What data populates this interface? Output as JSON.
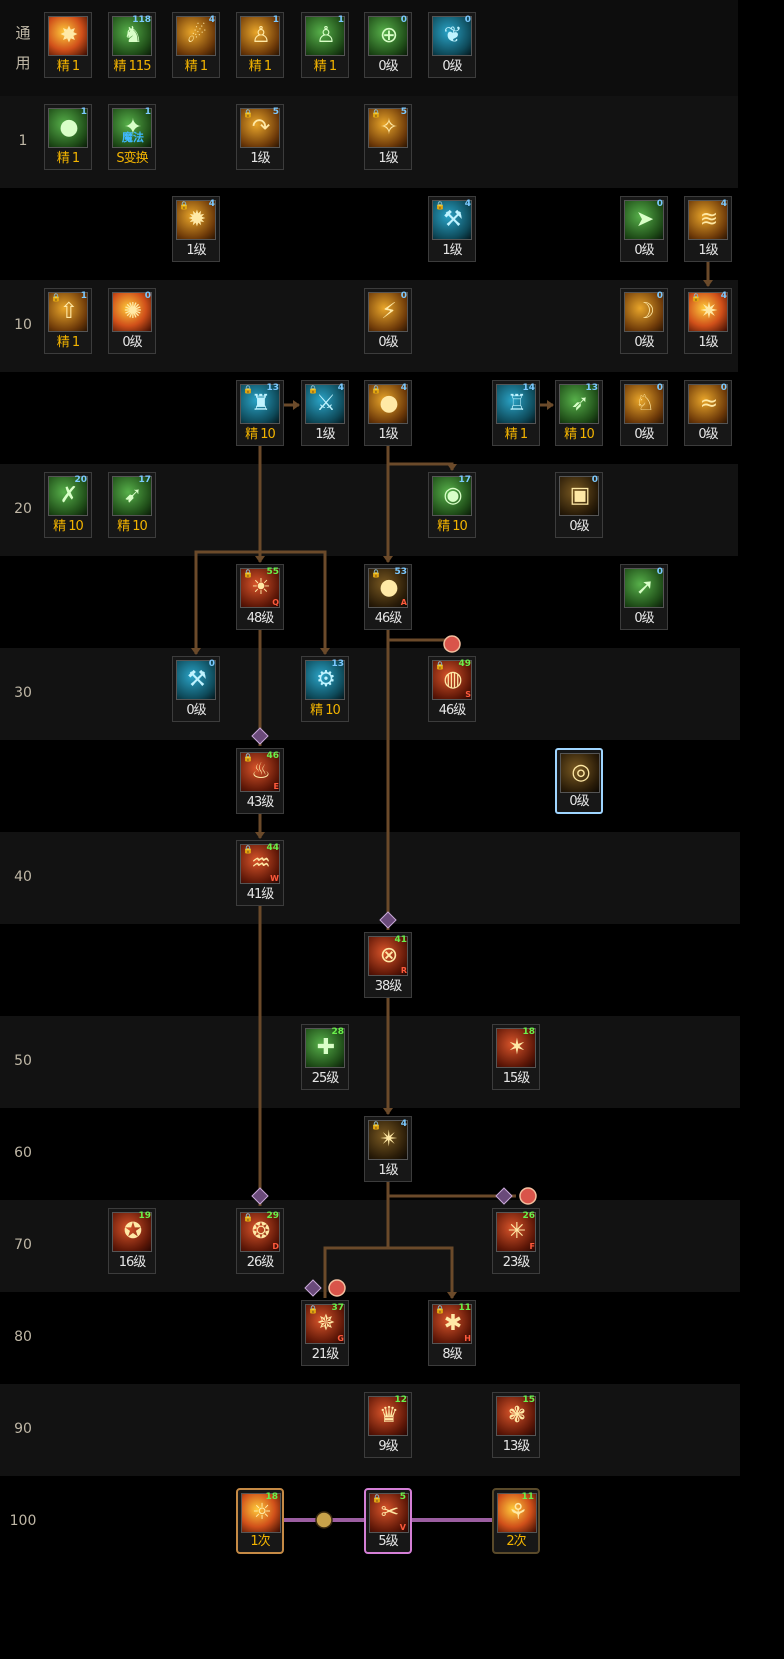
{
  "row_labels": [
    "通\n用",
    "1",
    "",
    "10",
    "",
    "20",
    "",
    "30",
    "",
    "40",
    "",
    "50",
    "60",
    "70",
    "80",
    "90",
    "100"
  ],
  "skills": [
    {
      "row": 0,
      "col": 0,
      "icon": "explosion-icon",
      "tone": "fire",
      "lv": "精 1",
      "gold": true
    },
    {
      "row": 0,
      "col": 1,
      "icon": "dragon-icon",
      "tone": "green",
      "lv": "精 115",
      "gold": true,
      "num": "118"
    },
    {
      "row": 0,
      "col": 2,
      "icon": "kick-icon",
      "tone": "gold",
      "lv": "精 1",
      "gold": true,
      "num": "4"
    },
    {
      "row": 0,
      "col": 3,
      "icon": "sit-icon",
      "tone": "gold",
      "lv": "精 1",
      "gold": true,
      "num": "1"
    },
    {
      "row": 0,
      "col": 4,
      "icon": "sit-icon",
      "tone": "green",
      "lv": "精 1",
      "gold": true,
      "num": "1"
    },
    {
      "row": 0,
      "col": 5,
      "icon": "crosshair-icon",
      "tone": "green",
      "lv": "0级",
      "num": "0"
    },
    {
      "row": 0,
      "col": 6,
      "icon": "wings-icon",
      "tone": "teal",
      "lv": "0级",
      "num": "0"
    },
    {
      "row": 1,
      "col": 0,
      "icon": "grenade-icon",
      "tone": "green",
      "lv": "精 1",
      "gold": true,
      "num": "1"
    },
    {
      "row": 1,
      "col": 1,
      "icon": "magic-switch-icon",
      "tone": "green",
      "lv": "S变换",
      "gold": true,
      "num": "1",
      "sub": "魔法"
    },
    {
      "row": 1,
      "col": 3,
      "icon": "arc-arrow-icon",
      "tone": "gold",
      "lv": "1级",
      "lock": true,
      "num": "5"
    },
    {
      "row": 1,
      "col": 5,
      "icon": "flip-icon",
      "tone": "gold",
      "lv": "1级",
      "lock": true,
      "num": "5"
    },
    {
      "row": 2,
      "col": 2,
      "icon": "burst-icon",
      "tone": "gold",
      "lv": "1级",
      "lock": true,
      "num": "4"
    },
    {
      "row": 2,
      "col": 6,
      "icon": "cannon-icon",
      "tone": "teal",
      "lv": "1级",
      "lock": true,
      "num": "4"
    },
    {
      "row": 2,
      "col": 9,
      "icon": "slide-icon",
      "tone": "green",
      "lv": "0级",
      "num": "0"
    },
    {
      "row": 2,
      "col": 10,
      "icon": "rush-icon",
      "tone": "gold",
      "lv": "1级",
      "num": "4"
    },
    {
      "row": 3,
      "col": 0,
      "icon": "launch-icon",
      "tone": "gold",
      "lv": "精 1",
      "gold": true,
      "lock": true,
      "num": "1"
    },
    {
      "row": 3,
      "col": 1,
      "icon": "spark-icon",
      "tone": "fire",
      "lv": "0级",
      "num": "0"
    },
    {
      "row": 3,
      "col": 5,
      "icon": "bolt-icon",
      "tone": "gold",
      "lv": "0级",
      "num": "0"
    },
    {
      "row": 3,
      "col": 9,
      "icon": "swoosh-icon",
      "tone": "gold",
      "lv": "0级",
      "num": "0"
    },
    {
      "row": 3,
      "col": 10,
      "icon": "blast-icon",
      "tone": "fire",
      "lv": "1级",
      "lock": true,
      "num": "4"
    },
    {
      "row": 4,
      "col": 3,
      "icon": "turret-icon",
      "tone": "teal",
      "lv": "精 10",
      "gold": true,
      "lock": true,
      "num": "13"
    },
    {
      "row": 4,
      "col": 4,
      "icon": "laser-gun-icon",
      "tone": "teal",
      "lv": "1级",
      "lock": true,
      "num": "4"
    },
    {
      "row": 4,
      "col": 5,
      "icon": "grenade-icon",
      "tone": "gold",
      "lv": "1级",
      "lock": true,
      "num": "4"
    },
    {
      "row": 4,
      "col": 7,
      "icon": "tower-icon",
      "tone": "teal",
      "lv": "精 1",
      "gold": true,
      "num": "14"
    },
    {
      "row": 4,
      "col": 8,
      "icon": "missile-icon",
      "tone": "green",
      "lv": "精 10",
      "gold": true,
      "num": "13"
    },
    {
      "row": 4,
      "col": 9,
      "icon": "dodge-icon",
      "tone": "gold",
      "lv": "0级",
      "num": "0"
    },
    {
      "row": 4,
      "col": 10,
      "icon": "wave-icon",
      "tone": "gold",
      "lv": "0级",
      "num": "0"
    },
    {
      "row": 5,
      "col": 0,
      "icon": "crossbow-icon",
      "tone": "green",
      "lv": "精 10",
      "gold": true,
      "num": "20"
    },
    {
      "row": 5,
      "col": 1,
      "icon": "rocket-icon",
      "tone": "green",
      "lv": "精 10",
      "gold": true,
      "num": "17"
    },
    {
      "row": 5,
      "col": 6,
      "icon": "bomb-icon",
      "tone": "green",
      "lv": "精 10",
      "gold": true,
      "num": "17"
    },
    {
      "row": 5,
      "col": 8,
      "icon": "mech-icon",
      "tone": "dark",
      "lv": "0级",
      "num": "0"
    },
    {
      "row": 6,
      "col": 3,
      "icon": "beam-icon",
      "tone": "red",
      "lv": "48级",
      "lock": true,
      "num": "55",
      "green": true,
      "hk": "Q"
    },
    {
      "row": 6,
      "col": 5,
      "icon": "grenade-icon",
      "tone": "dark",
      "lv": "46级",
      "lock": true,
      "num": "53",
      "hk": "A"
    },
    {
      "row": 6,
      "col": 9,
      "icon": "shoot-icon",
      "tone": "green",
      "lv": "0级",
      "num": "0"
    },
    {
      "row": 7,
      "col": 2,
      "icon": "cannon-icon",
      "tone": "teal",
      "lv": "0级",
      "num": "0"
    },
    {
      "row": 7,
      "col": 4,
      "icon": "heavy-gun-icon",
      "tone": "teal",
      "lv": "精 10",
      "gold": true,
      "num": "13"
    },
    {
      "row": 7,
      "col": 6,
      "icon": "hand-grenade-icon",
      "tone": "red",
      "lv": "46级",
      "lock": true,
      "num": "49",
      "green": true,
      "hk": "S"
    },
    {
      "row": 8,
      "col": 3,
      "icon": "flamethrower-icon",
      "tone": "red",
      "lv": "43级",
      "lock": true,
      "num": "46",
      "green": true,
      "hk": "E"
    },
    {
      "row": 8,
      "col": 8,
      "icon": "vortex-icon",
      "tone": "dark",
      "lv": "0级",
      "sel": true
    },
    {
      "row": 9,
      "col": 3,
      "icon": "fire-wall-icon",
      "tone": "red",
      "lv": "41级",
      "lock": true,
      "num": "44",
      "green": true,
      "hk": "W"
    },
    {
      "row": 10,
      "col": 5,
      "icon": "target-bomb-icon",
      "tone": "red",
      "lv": "38级",
      "num": "41",
      "green": true,
      "hk": "R"
    },
    {
      "row": 11,
      "col": 4,
      "icon": "medic-icon",
      "tone": "green",
      "lv": "25级",
      "num": "28",
      "green": true
    },
    {
      "row": 11,
      "col": 7,
      "icon": "hedgehog-icon",
      "tone": "red",
      "lv": "15级",
      "num": "18",
      "green": true
    },
    {
      "row": 12,
      "col": 5,
      "icon": "spark-grenade-icon",
      "tone": "dark",
      "lv": "1级",
      "lock": true,
      "num": "4"
    },
    {
      "row": 13,
      "col": 1,
      "icon": "medal-icon",
      "tone": "red",
      "lv": "16级",
      "num": "19",
      "green": true
    },
    {
      "row": 13,
      "col": 3,
      "icon": "ring-blast-icon",
      "tone": "red",
      "lv": "26级",
      "lock": true,
      "num": "29",
      "green": true,
      "hk": "D"
    },
    {
      "row": 13,
      "col": 7,
      "icon": "spike-burst-icon",
      "tone": "red",
      "lv": "23级",
      "num": "26",
      "green": true,
      "hk": "F"
    },
    {
      "row": 14,
      "col": 4,
      "icon": "nova-icon",
      "tone": "red",
      "lv": "21级",
      "lock": true,
      "num": "37",
      "green": true,
      "hk": "G"
    },
    {
      "row": 14,
      "col": 6,
      "icon": "flare-icon",
      "tone": "red",
      "lv": "8级",
      "lock": true,
      "num": "11",
      "green": true,
      "hk": "H"
    },
    {
      "row": 15,
      "col": 5,
      "icon": "giant-icon",
      "tone": "red",
      "lv": "9级",
      "num": "12",
      "green": true
    },
    {
      "row": 15,
      "col": 7,
      "icon": "shockwave-icon",
      "tone": "red",
      "lv": "13级",
      "num": "15",
      "green": true
    },
    {
      "row": 16,
      "col": 3,
      "icon": "awakening-storm-icon",
      "tone": "fire",
      "lv": "1次",
      "gold": true,
      "num": "18",
      "green": true,
      "awk": "awk1"
    },
    {
      "row": 16,
      "col": 5,
      "icon": "awakening-slash-icon",
      "tone": "red",
      "lv": "5级",
      "lock": true,
      "num": "5",
      "green": true,
      "hk": "V",
      "awk": "awk2"
    },
    {
      "row": 16,
      "col": 7,
      "icon": "awakening-quake-icon",
      "tone": "fire",
      "lv": "2次",
      "gold": true,
      "num": "11",
      "green": true,
      "awk": "awk3"
    }
  ],
  "glyphs": {
    "explosion-icon": "✸",
    "dragon-icon": "♞",
    "kick-icon": "☄",
    "sit-icon": "♙",
    "crosshair-icon": "⊕",
    "wings-icon": "❦",
    "grenade-icon": "●",
    "magic-switch-icon": "✦",
    "arc-arrow-icon": "↷",
    "flip-icon": "✧",
    "burst-icon": "✹",
    "cannon-icon": "⚒",
    "slide-icon": "➤",
    "rush-icon": "≋",
    "launch-icon": "⇧",
    "spark-icon": "✺",
    "bolt-icon": "⚡",
    "swoosh-icon": "☽",
    "blast-icon": "✷",
    "turret-icon": "♜",
    "laser-gun-icon": "⚔",
    "tower-icon": "♖",
    "missile-icon": "➶",
    "dodge-icon": "♘",
    "wave-icon": "≈",
    "crossbow-icon": "✗",
    "rocket-icon": "➹",
    "bomb-icon": "◉",
    "mech-icon": "▣",
    "beam-icon": "☀",
    "shoot-icon": "➚",
    "heavy-gun-icon": "⚙",
    "hand-grenade-icon": "◍",
    "flamethrower-icon": "♨",
    "vortex-icon": "◎",
    "fire-wall-icon": "♒",
    "target-bomb-icon": "⊗",
    "medic-icon": "✚",
    "hedgehog-icon": "✶",
    "spark-grenade-icon": "✴",
    "medal-icon": "✪",
    "ring-blast-icon": "❂",
    "spike-burst-icon": "✳",
    "nova-icon": "✵",
    "flare-icon": "✱",
    "giant-icon": "♛",
    "shockwave-icon": "❃",
    "awakening-storm-icon": "☼",
    "awakening-slash-icon": "✂",
    "awakening-quake-icon": "⚘"
  },
  "colors": {
    "row_even": "#121212",
    "row_odd": "#000000",
    "link": "#6b4a2a",
    "awaken_link": "#9b5ea0",
    "marker_purple": "#6a4a7a",
    "marker_red": "#d9544a"
  }
}
